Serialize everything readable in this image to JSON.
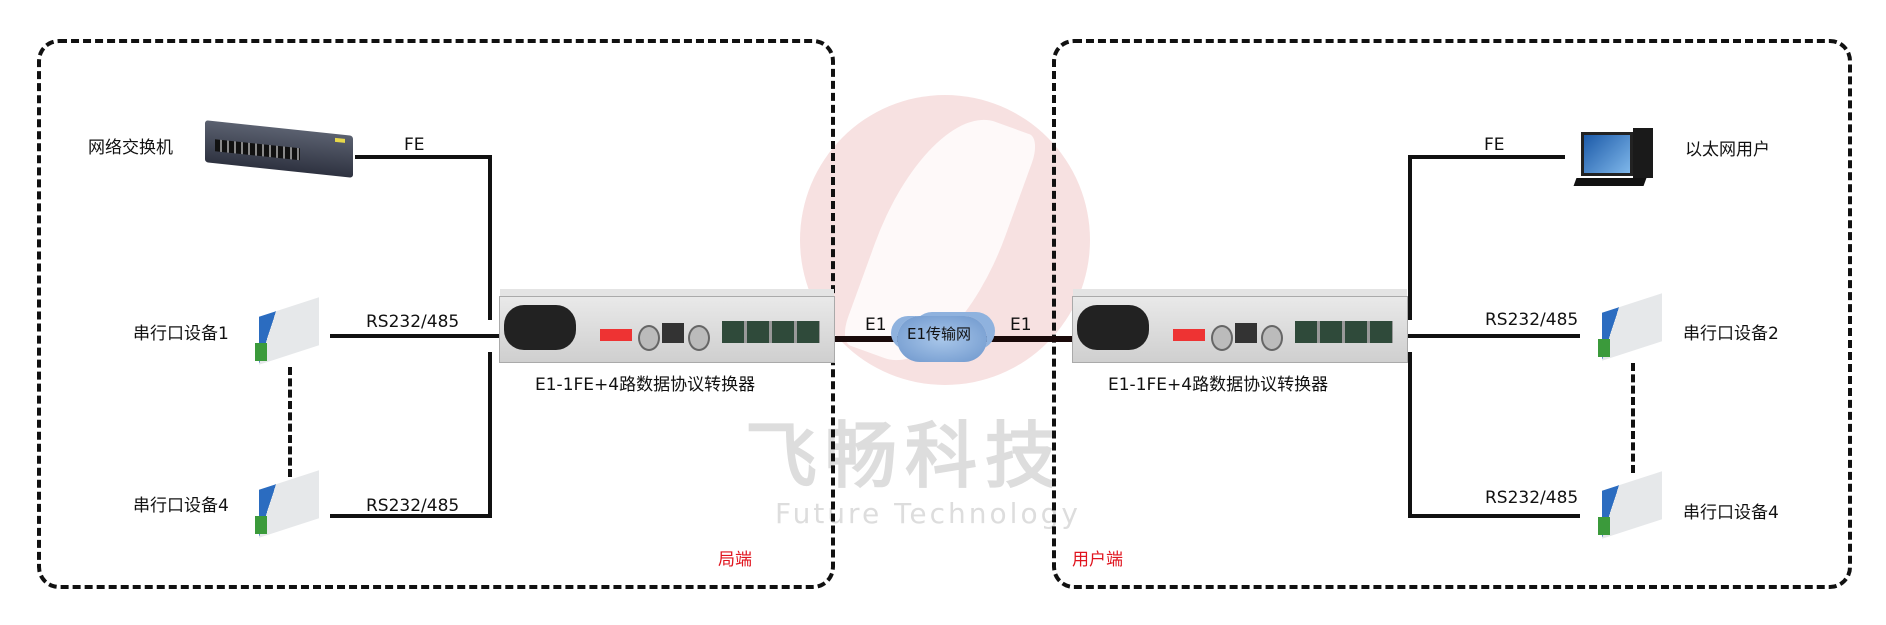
{
  "watermark": {
    "brand_cn": "飞畅科技",
    "brand_en": "Future Technology"
  },
  "left_site": {
    "label": "局端",
    "switch_label": "网络交换机",
    "fe_label": "FE",
    "converter_label": "E1-1FE+4路数据协议转换器",
    "serial1_label": "串行口设备1",
    "serial4_label": "串行口设备4",
    "rs_label_1": "RS232/485",
    "rs_label_2": "RS232/485"
  },
  "link": {
    "e1_left": "E1",
    "e1_right": "E1",
    "cloud_label": "E1传输网"
  },
  "right_site": {
    "label": "用户端",
    "pc_label": "以太网用户",
    "fe_label": "FE",
    "converter_label": "E1-1FE+4路数据协议转换器",
    "serial2_label": "串行口设备2",
    "serial4_label": "串行口设备4",
    "rs_label_1": "RS232/485",
    "rs_label_2": "RS232/485"
  },
  "colors": {
    "site_label": "#e0141e",
    "line": "#111111",
    "watermark_logo": "#f3d6d6"
  }
}
